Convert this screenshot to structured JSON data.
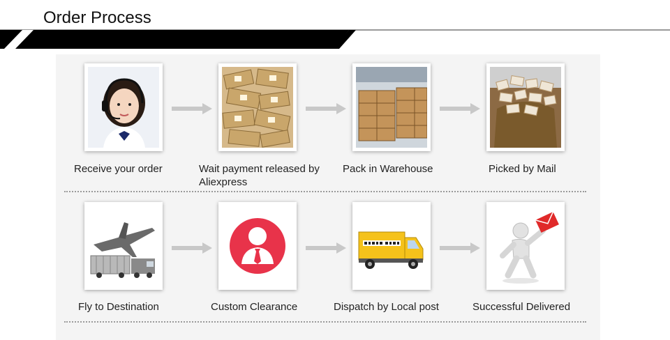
{
  "header": {
    "title": "Order Process"
  },
  "steps": [
    {
      "label": "Receive your order",
      "icon": "customer-service-agent-icon"
    },
    {
      "label": "Wait payment released by Aliexpress",
      "icon": "money-stack-icon"
    },
    {
      "label": "Pack in Warehouse",
      "icon": "warehouse-boxes-icon"
    },
    {
      "label": "Picked by Mail",
      "icon": "parcel-sack-icon"
    },
    {
      "label": "Fly to Destination",
      "icon": "airplane-truck-icon"
    },
    {
      "label": "Custom Clearance",
      "icon": "customs-officer-icon"
    },
    {
      "label": "Dispatch by Local post",
      "icon": "delivery-truck-icon"
    },
    {
      "label": "Successful Delivered",
      "icon": "delivered-envelope-icon"
    }
  ],
  "colors": {
    "accent_red": "#e8334a",
    "truck_yellow": "#f5c21b",
    "arrow_gray": "#c8c8c8"
  }
}
